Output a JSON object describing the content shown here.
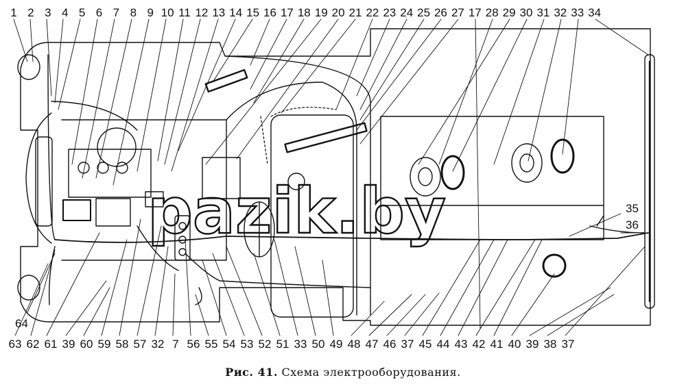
{
  "figure": {
    "caption_label": "Рис. 41.",
    "caption_text": "Схема электрооборудования.",
    "watermark": "pazik.by",
    "callouts_top": [
      "1",
      "2",
      "3",
      "4",
      "5",
      "6",
      "7",
      "8",
      "9",
      "10",
      "11",
      "12",
      "13",
      "14",
      "15",
      "16",
      "17",
      "18",
      "19",
      "20",
      "21",
      "22",
      "23",
      "24",
      "25",
      "26",
      "27",
      "17",
      "28",
      "29",
      "30",
      "31",
      "32",
      "33",
      "34"
    ],
    "callouts_bottom": [
      "63",
      "62",
      "61",
      "39",
      "60",
      "59",
      "58",
      "57",
      "32",
      "7",
      "56",
      "55",
      "54",
      "53",
      "52",
      "51",
      "33",
      "50",
      "49",
      "48",
      "47",
      "46",
      "37",
      "45",
      "44",
      "43",
      "42",
      "41",
      "40",
      "39",
      "38",
      "37"
    ],
    "callouts_side": [
      {
        "id": "side-35",
        "label": "35"
      },
      {
        "id": "side-36",
        "label": "36"
      },
      {
        "id": "side-64",
        "label": "64"
      }
    ]
  }
}
